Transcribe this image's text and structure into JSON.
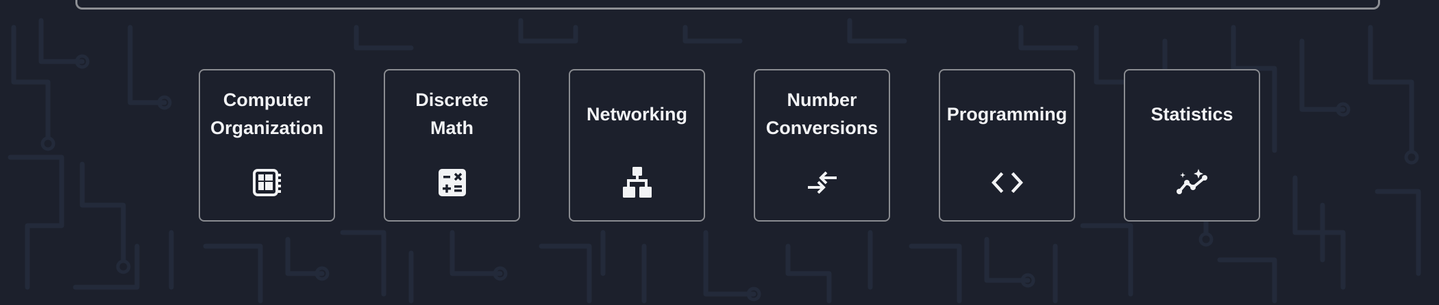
{
  "colors": {
    "background": "#1c202c",
    "circuit_lines": "#222838",
    "tile_border": "#8a8c91",
    "text": "#f2f3f5"
  },
  "subjects": [
    {
      "label_line1": "Computer",
      "label_line2": "Organization",
      "icon": "cpu-chip-icon"
    },
    {
      "label_line1": "Discrete",
      "label_line2": "Math",
      "icon": "calculator-icon"
    },
    {
      "label_line1": "Networking",
      "label_line2": "",
      "icon": "network-hierarchy-icon"
    },
    {
      "label_line1": "Number",
      "label_line2": "Conversions",
      "icon": "arrows-exchange-icon"
    },
    {
      "label_line1": "Programming",
      "label_line2": "",
      "icon": "code-brackets-icon"
    },
    {
      "label_line1": "Statistics",
      "label_line2": "",
      "icon": "trend-sparkle-icon"
    }
  ]
}
